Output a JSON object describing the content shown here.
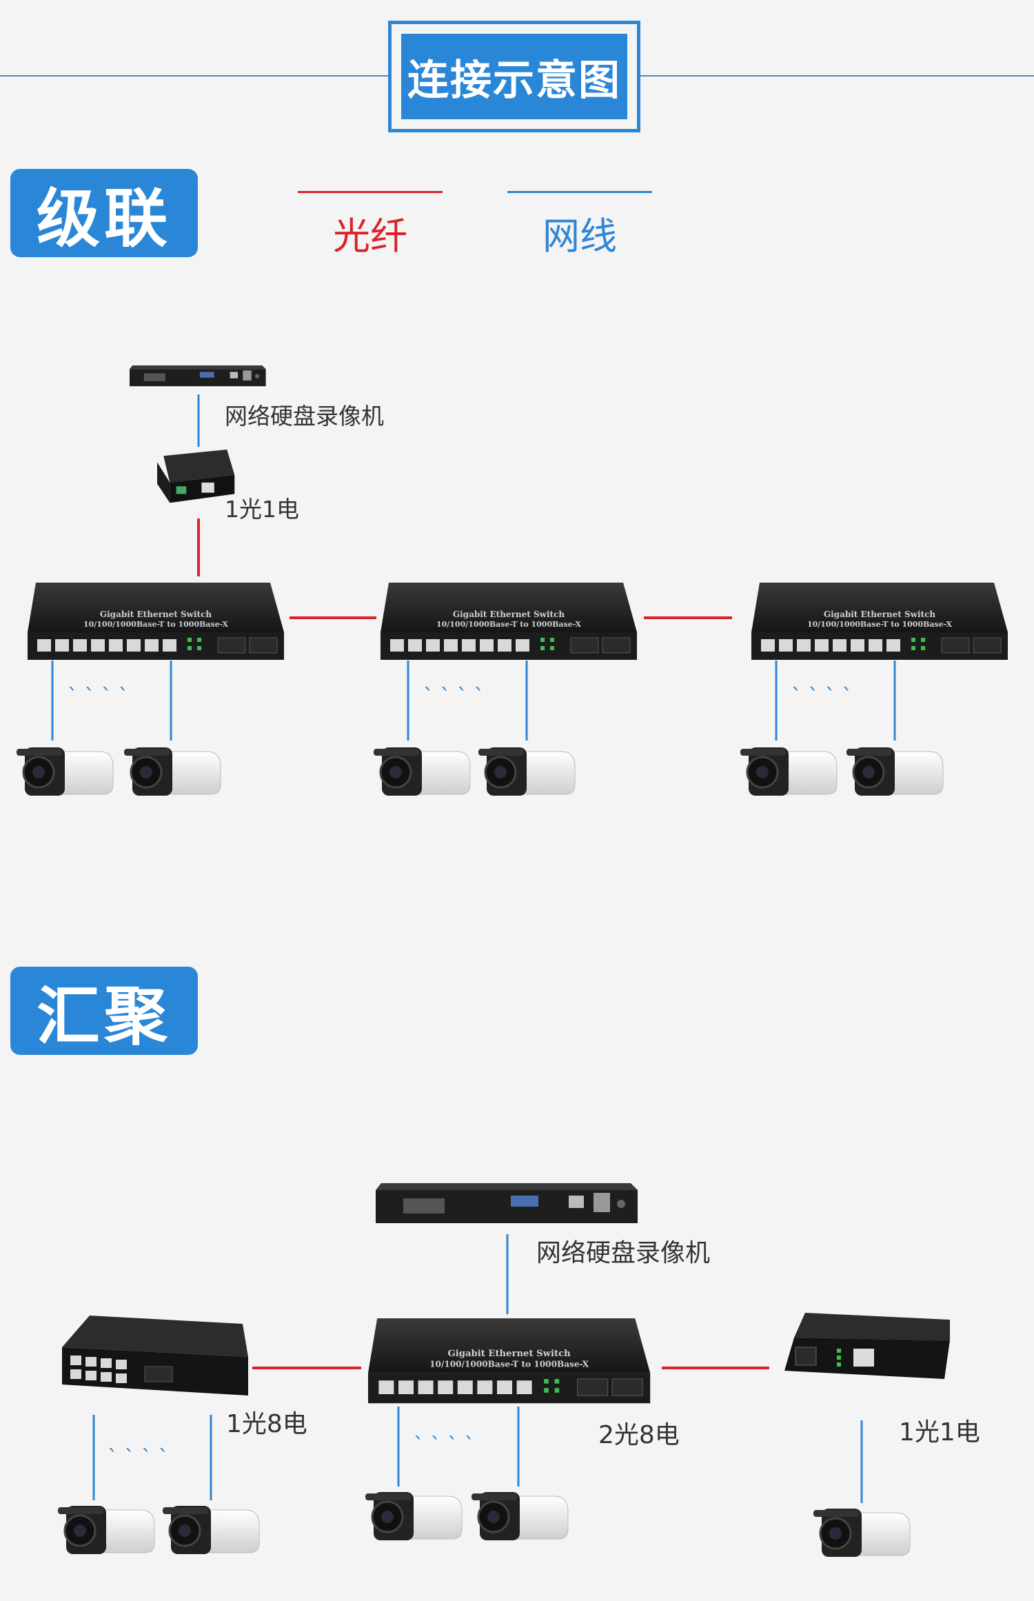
{
  "title": "连接示意图",
  "legend": {
    "fiber": "光纤",
    "cable": "网线"
  },
  "colors": {
    "accent": "#2a86d6",
    "fiber": "#d8232a",
    "cable": "#2e86d4"
  },
  "section1": {
    "tag": "级联",
    "nvr_label": "网络硬盘录像机",
    "converter_label": "1光1电",
    "switch_text_line1": "Gigabit Ethernet Switch",
    "switch_text_line2": "10/100/1000Base-T to 1000Base-X"
  },
  "section2": {
    "tag": "汇聚",
    "nvr_label": "网络硬盘录像机",
    "left_label": "1光8电",
    "center_label": "2光8电",
    "right_label": "1光1电"
  }
}
